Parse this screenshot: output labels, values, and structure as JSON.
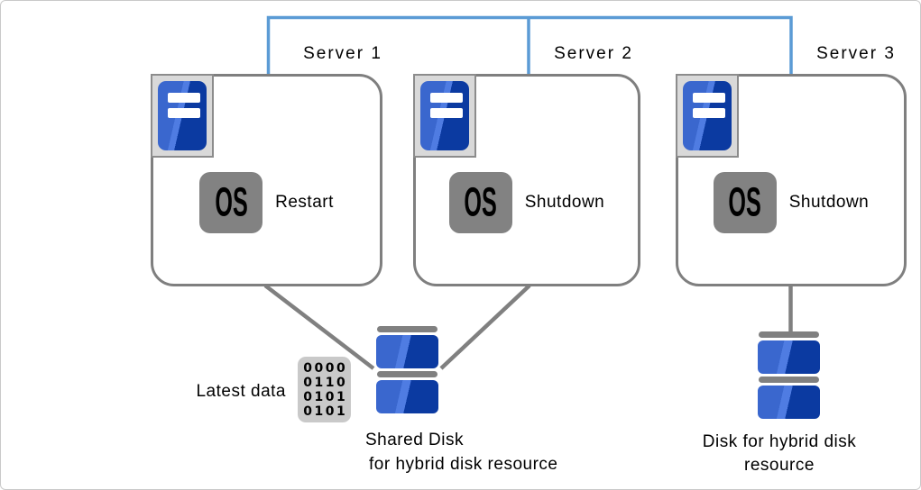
{
  "servers": [
    {
      "label": "Server 1",
      "os_badge": "OS",
      "os_action": "Restart"
    },
    {
      "label": "Server 2",
      "os_badge": "OS",
      "os_action": "Shutdown"
    },
    {
      "label": "Server 3",
      "os_badge": "OS",
      "os_action": "Shutdown"
    }
  ],
  "latest_data": {
    "label": "Latest data",
    "binary_rows": [
      "0000",
      "0110",
      "0101",
      "0101"
    ]
  },
  "shared_disk": {
    "label_line1": "Shared Disk",
    "label_line2": "for hybrid disk resource"
  },
  "hybrid_disk": {
    "label_line1": "Disk for hybrid disk",
    "label_line2": "resource"
  },
  "colors": {
    "network_line": "#5b9bd5",
    "connector_line": "#808080",
    "box_border": "#7f7f7f",
    "server_blue_light": "#3a67ce",
    "server_blue_dark": "#0b3aa1",
    "badge_gray": "#828282",
    "icon_frame_gray": "#d9d9d9",
    "binary_box_gray": "#c9c9c9"
  }
}
